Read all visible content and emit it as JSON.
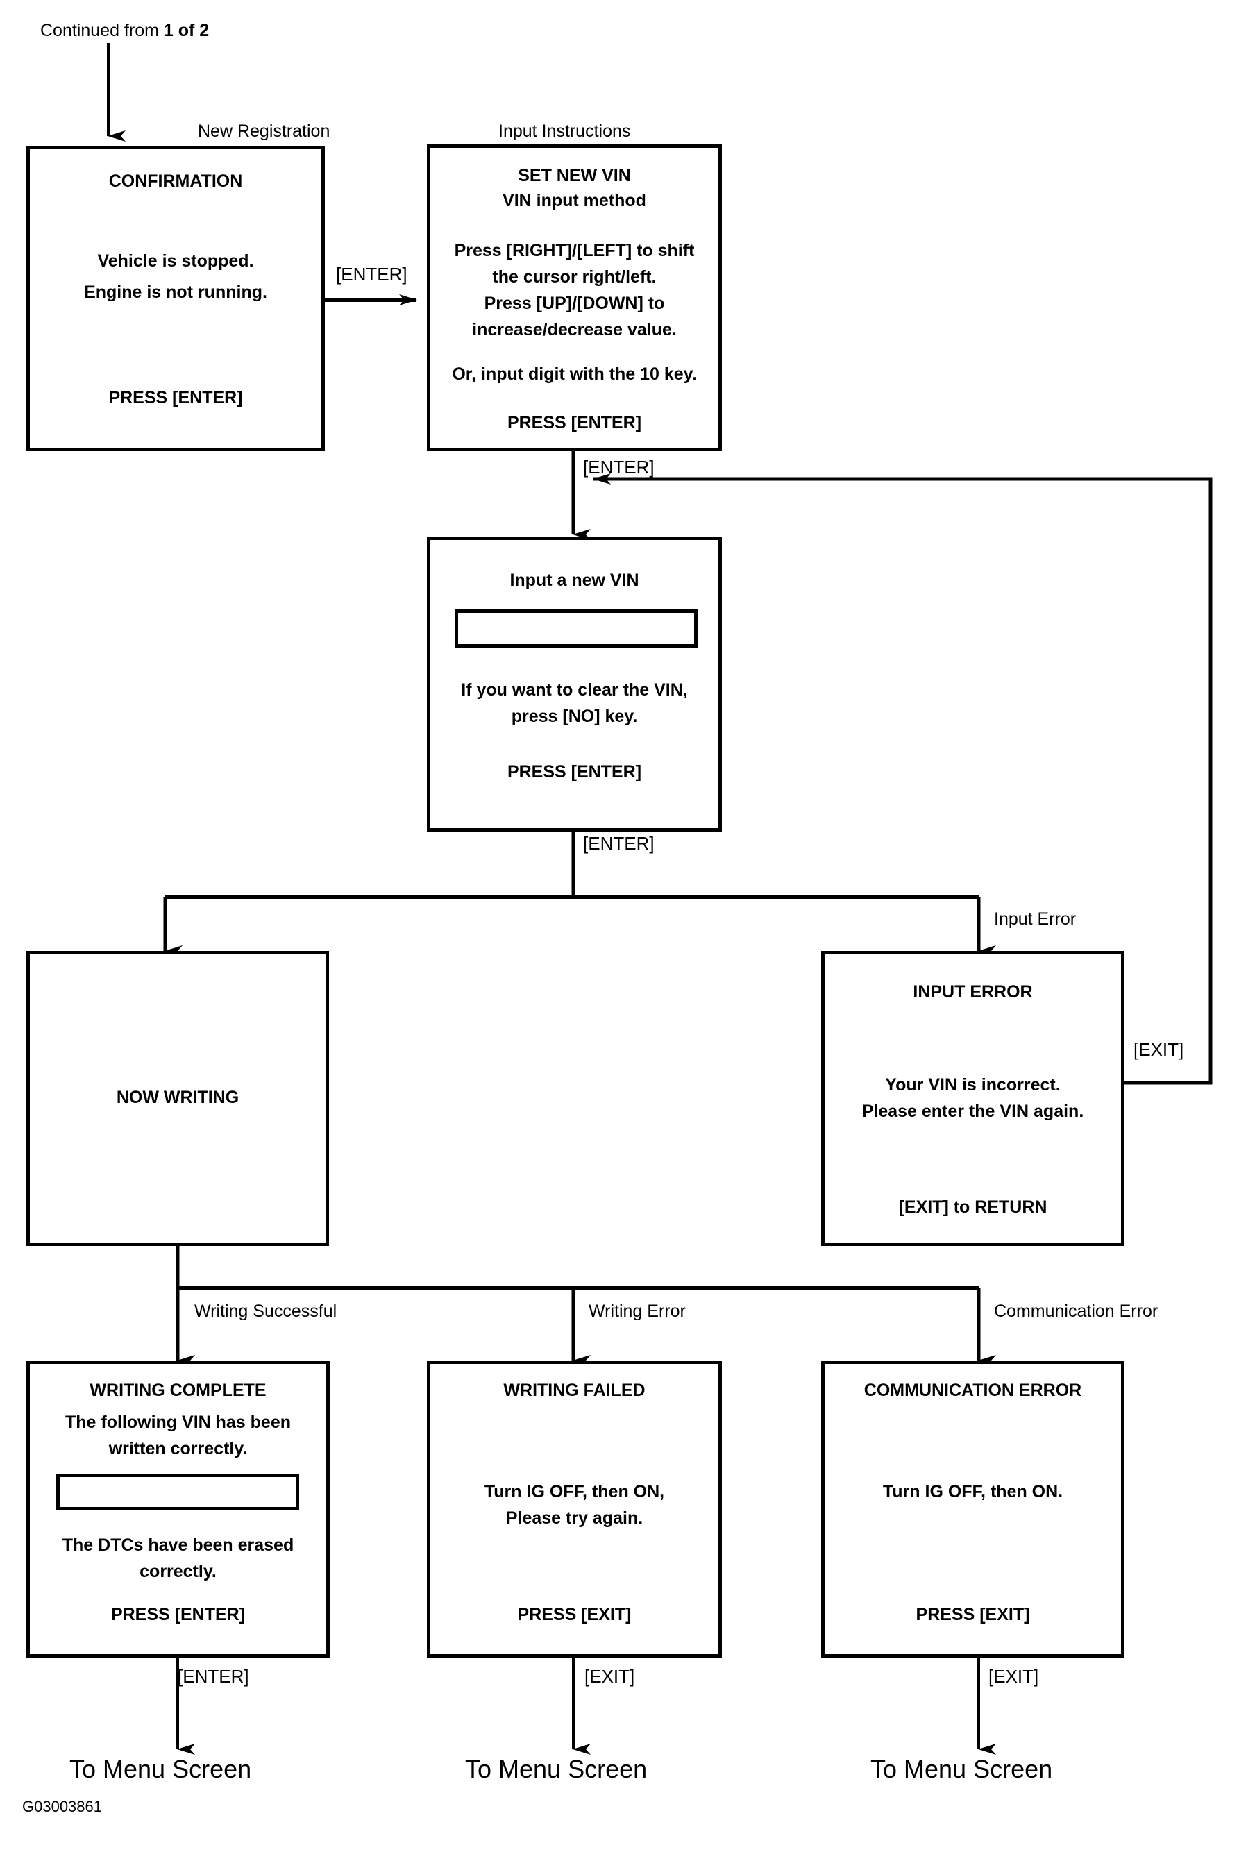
{
  "header": {
    "continued_from_prefix": "Continued from",
    "continued_from_ref": "1 of 2"
  },
  "flow_labels": {
    "new_registration": "New Registration",
    "input_instructions": "Input Instructions",
    "input_error": "Input Error",
    "writing_successful": "Writing Successful",
    "writing_error": "Writing Error",
    "communication_error": "Communication Error"
  },
  "edge_labels": {
    "enter_confirm_to_setvin": "[ENTER]",
    "enter_setvin_to_inputvin": "[ENTER]",
    "enter_inputvin_to_branch": "[ENTER]",
    "exit_inputerror_loopback": "[EXIT]",
    "enter_writingcomplete_to_menu": "[ENTER]",
    "exit_writingfailed_to_menu": "[EXIT]",
    "exit_commerror_to_menu": "[EXIT]"
  },
  "boxes": {
    "confirmation": {
      "title": "CONFIRMATION",
      "body_line1": "Vehicle is stopped.",
      "body_line2": "Engine is not running.",
      "footer": "PRESS [ENTER]"
    },
    "set_new_vin": {
      "title_line1": "SET NEW VIN",
      "title_line2": "VIN input method",
      "body_line1": "Press [RIGHT]/[LEFT] to shift",
      "body_line2": "the cursor right/left.",
      "body_line3": "Press [UP]/[DOWN] to",
      "body_line4": "increase/decrease value.",
      "body_line5": "Or, input digit with the 10 key.",
      "footer": "PRESS [ENTER]"
    },
    "input_new_vin": {
      "title": "Input a new VIN",
      "field_value": "",
      "body_line1": "If you want to clear the VIN,",
      "body_line2": "press [NO] key.",
      "footer": "PRESS [ENTER]"
    },
    "now_writing": {
      "title": "NOW WRITING"
    },
    "input_error": {
      "title": "INPUT ERROR",
      "body_line1": "Your VIN is incorrect.",
      "body_line2": "Please enter the VIN again.",
      "footer": "[EXIT] to RETURN"
    },
    "writing_complete": {
      "title": "WRITING COMPLETE",
      "body_line1": "The following VIN has been",
      "body_line2": "written correctly.",
      "field_value": "",
      "body_line3": "The DTCs have been erased",
      "body_line4": "correctly.",
      "footer": "PRESS [ENTER]"
    },
    "writing_failed": {
      "title": "WRITING FAILED",
      "body_line1": "Turn IG OFF, then ON,",
      "body_line2": "Please try again.",
      "footer": "PRESS [EXIT]"
    },
    "communication_error": {
      "title": "COMMUNICATION ERROR",
      "body_line1": "Turn IG OFF, then ON.",
      "footer": "PRESS [EXIT]"
    }
  },
  "terminals": {
    "menu_left": "To Menu Screen",
    "menu_center": "To Menu Screen",
    "menu_right": "To Menu Screen"
  },
  "figure": {
    "code": "G03003861"
  },
  "colors": {
    "ink": "#000000",
    "paper": "#ffffff"
  }
}
